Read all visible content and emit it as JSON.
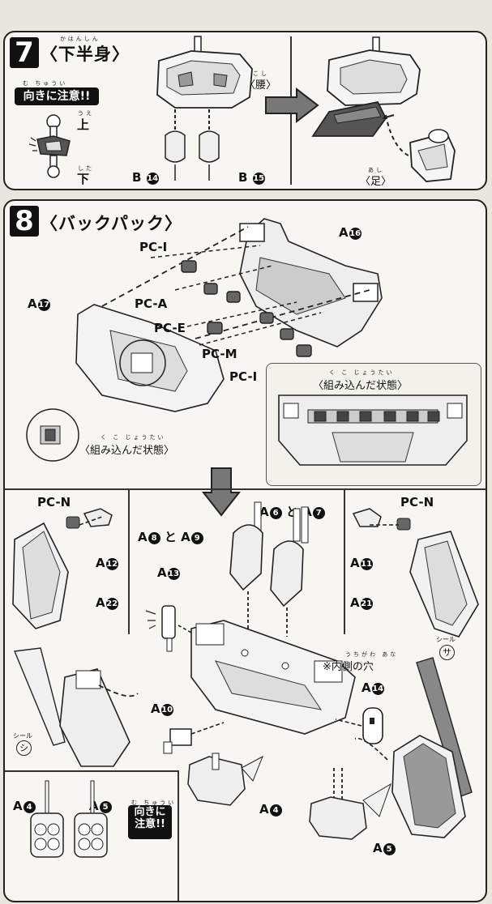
{
  "step7": {
    "number": "7",
    "title": "〈下半身〉",
    "title_ruby": "かはんしん",
    "caution_ruby": "む ちゅうい",
    "caution_text": "向きに注意!!",
    "up_ruby": "うえ",
    "up": "上",
    "down_ruby": "した",
    "down": "下",
    "waist_ruby": "こし",
    "waist": "〈腰〉",
    "leg_ruby": "あし",
    "leg": "〈足〉",
    "part_b14": "B",
    "part_b14_num": "14",
    "part_b15": "B",
    "part_b15_num": "15"
  },
  "step8": {
    "number": "8",
    "title": "〈バックパック〉",
    "labels": {
      "pc_i_1": "PC-I",
      "pc_a": "PC-A",
      "pc_e": "PC-E",
      "pc_m": "PC-M",
      "pc_i_2": "PC-I",
      "a16": "A",
      "a16_num": "16",
      "a17": "A",
      "a17_num": "17"
    },
    "assembled_ruby": "く こ じょうたい",
    "assembled_1": "〈組み込んだ状態〉",
    "assembled_2": "〈組み込んだ状態〉"
  },
  "lower": {
    "pc_n_left": "PC-N",
    "pc_n_right": "PC-N",
    "a12": "A",
    "a12_num": "12",
    "a22": "A",
    "a22_num": "22",
    "a11": "A",
    "a11_num": "11",
    "a21": "A",
    "a21_num": "21",
    "a8_a9": "A",
    "a8_num": "8",
    "a8_to": "と",
    "a9": "A",
    "a9_num": "9",
    "a6_a7": "A",
    "a6_num": "6",
    "a6_to": "と",
    "a7": "A",
    "a7_num": "7",
    "a13": "A",
    "a13_num": "13",
    "a10": "A",
    "a10_num": "10",
    "a14": "A",
    "a14_num": "14",
    "a4": "A",
    "a4_num": "4",
    "a5": "A",
    "a5_num": "5",
    "a4_small": "A",
    "a4_small_num": "4",
    "a5_small": "A",
    "a5_small_num": "5",
    "inner_ruby": "うちがわ あな",
    "inner_hole": "※内側の穴",
    "seal_label_left": "シール",
    "seal_left": "シ",
    "seal_label_right": "シール",
    "seal_right": "サ",
    "caution2_ruby": "む ちゅうい",
    "caution2_line1": "向きに",
    "caution2_line2": "注意!!"
  }
}
